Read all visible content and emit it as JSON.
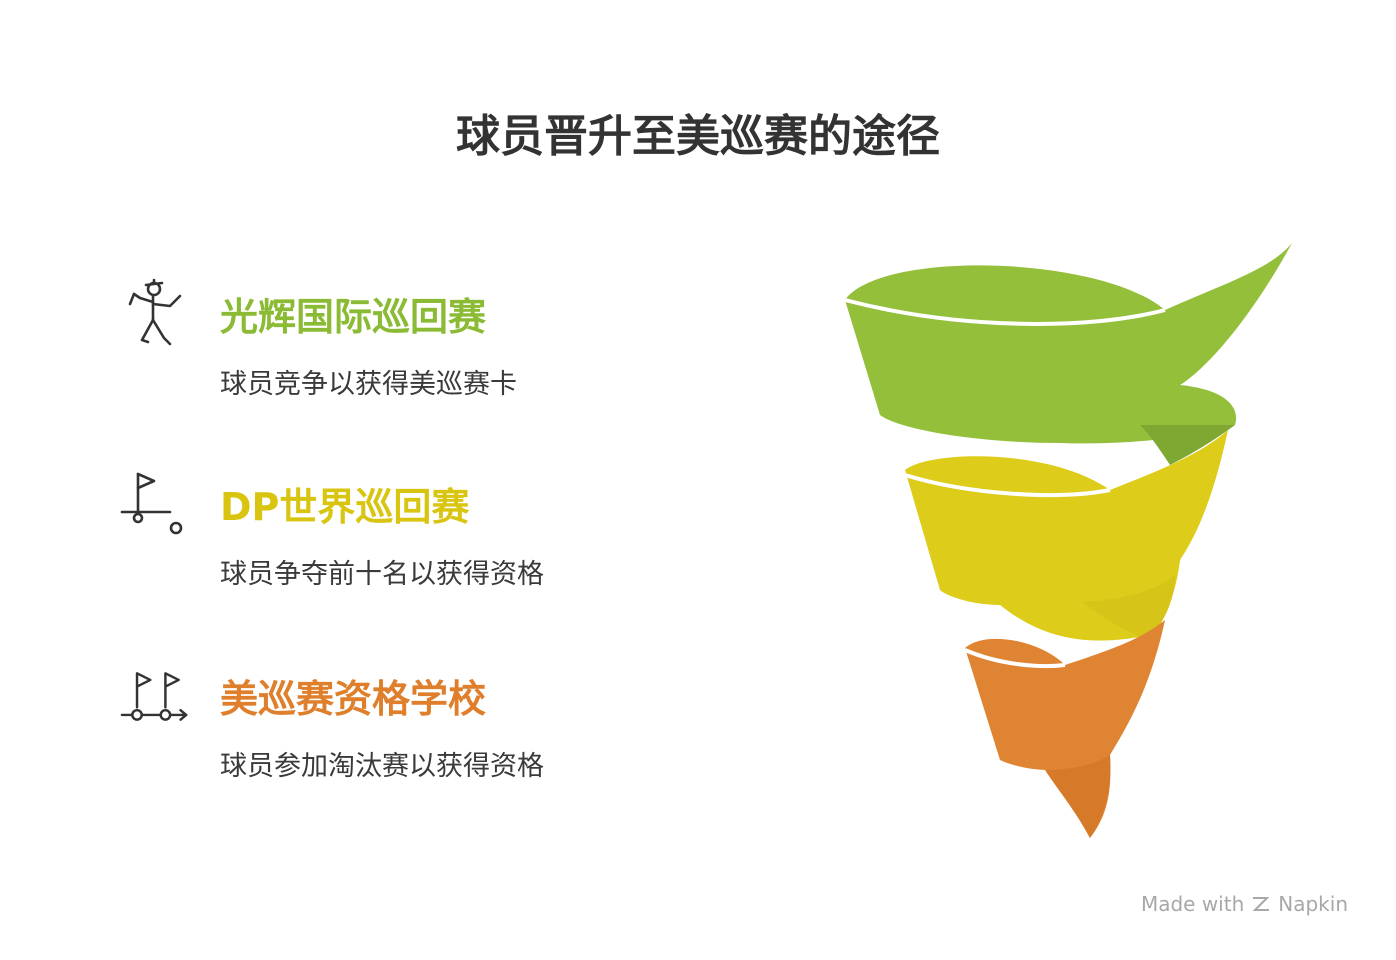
{
  "title": "球员晋升至美巡赛的途径",
  "items": [
    {
      "heading": "光辉国际巡回赛",
      "desc": "球员竞争以获得美巡赛卡",
      "icon": "golfer-icon",
      "color": "#8bbb34"
    },
    {
      "heading": "DP世界巡回赛",
      "desc": "球员争夺前十名以获得资格",
      "icon": "golf-flag-ball-icon",
      "color": "#d9c40f"
    },
    {
      "heading": "美巡赛资格学校",
      "desc": "球员参加淘汰赛以获得资格",
      "icon": "two-flags-progress-icon",
      "color": "#df7e2b"
    }
  ],
  "watermark": {
    "prefix": "Made with",
    "brand": "Napkin"
  }
}
